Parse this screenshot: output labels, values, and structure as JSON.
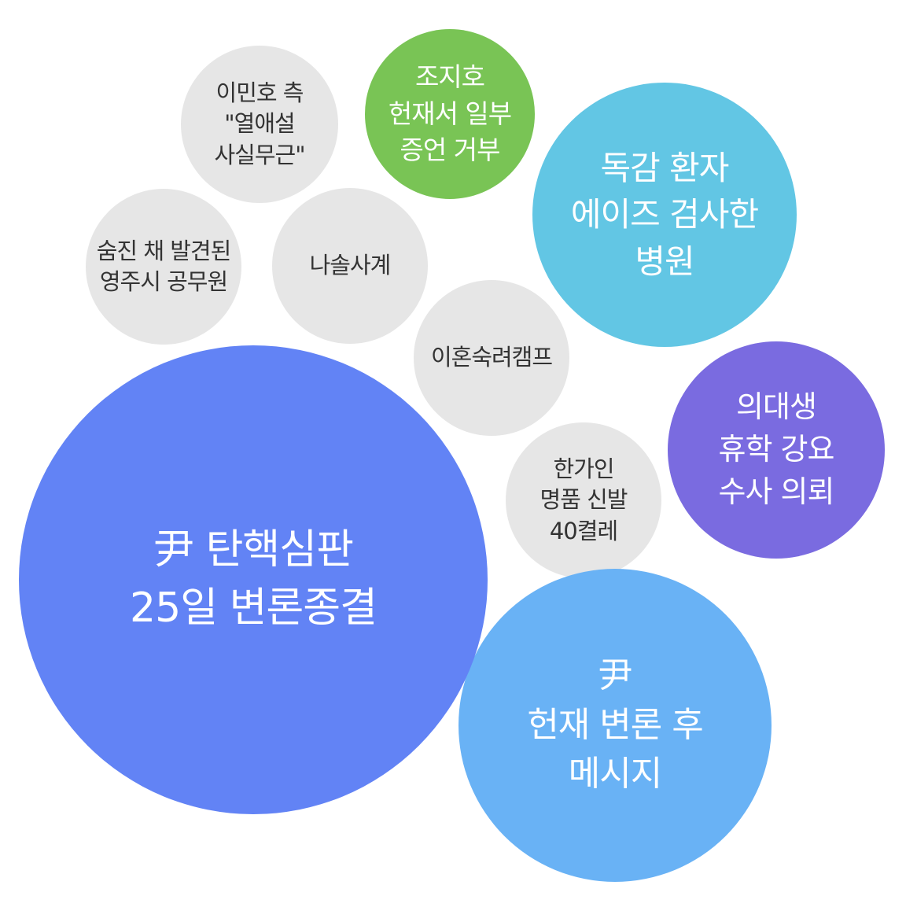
{
  "colors": {
    "gray": "#e6e6e6",
    "green": "#79c455",
    "sky": "#62c6e4",
    "purple": "#7a6be0",
    "blue": "#6283f5",
    "light_blue": "#69b2f5",
    "dark_text": "#333333",
    "white_text": "#ffffff"
  },
  "bubbles": [
    {
      "id": "lee-minho",
      "label": "이민호 측\n\"열애설\n사실무근\"",
      "color": "gray"
    },
    {
      "id": "jo-jiho",
      "label": "조지호\n헌재서 일부\n증언 거부",
      "color": "green"
    },
    {
      "id": "dokgam",
      "label": "독감 환자\n에이즈 검사한\n병원",
      "color": "sky"
    },
    {
      "id": "yeongju",
      "label": "숨진 채 발견된\n영주시 공무원",
      "color": "gray"
    },
    {
      "id": "nasol",
      "label": "나솔사계",
      "color": "gray"
    },
    {
      "id": "divorce-camp",
      "label": "이혼숙려캠프",
      "color": "gray"
    },
    {
      "id": "medical-student",
      "label": "의대생\n휴학 강요\n수사 의뢰",
      "color": "purple"
    },
    {
      "id": "hangain",
      "label": "한가인\n명품 신발\n40켤레",
      "color": "gray"
    },
    {
      "id": "impeachment-trial",
      "label": "尹 탄핵심판\n25일 변론종결",
      "color": "blue"
    },
    {
      "id": "post-argument-message",
      "label": "尹\n헌재 변론 후\n메시지",
      "color": "light_blue"
    }
  ]
}
